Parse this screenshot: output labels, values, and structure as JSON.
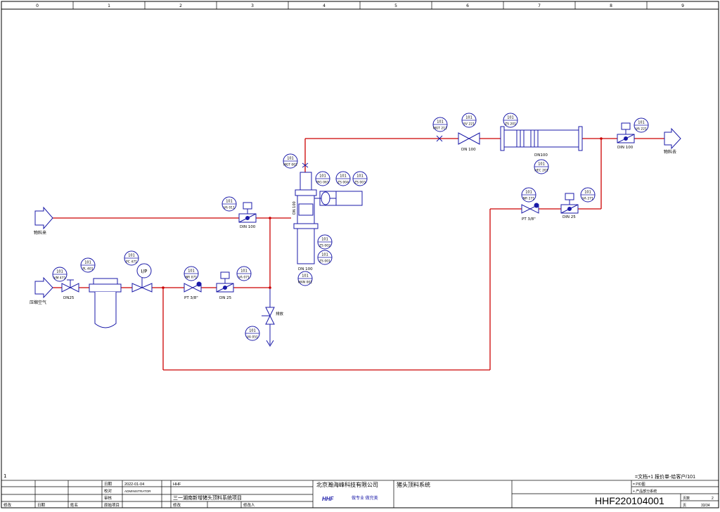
{
  "frame": {
    "columns": [
      "0",
      "1",
      "2",
      "3",
      "4",
      "5",
      "6",
      "7",
      "8",
      "9"
    ],
    "row_marker": "1"
  },
  "streams": {
    "material_in": "物料来",
    "compressed_air": "压缩空气",
    "material_out": "物料去"
  },
  "instruments": {
    "VM471": {
      "top": "101",
      "bottom": "VM 471"
    },
    "PL401": {
      "top": "101",
      "bottom": "PL 401"
    },
    "PC471": {
      "top": "101",
      "bottom": "PC 471"
    },
    "NR071": {
      "top": "101",
      "bottom": "NR 071"
    },
    "VA071": {
      "top": "101",
      "bottom": "VA 071"
    },
    "VA011": {
      "top": "101",
      "bottom": "VA 011"
    },
    "MGT002": {
      "top": "101",
      "bottom": "MGT 002"
    },
    "PIG061": {
      "top": "101",
      "bottom": "PIG 061"
    },
    "ZS004": {
      "top": "101",
      "bottom": "ZS 004"
    },
    "ZS003": {
      "top": "101",
      "bottom": "ZS 003"
    },
    "ZS002": {
      "top": "101",
      "bottom": "ZS 002"
    },
    "ZS001": {
      "top": "101",
      "bottom": "ZS 001"
    },
    "MAN001": {
      "top": "101",
      "bottom": "MAN 001"
    },
    "VA051": {
      "top": "101",
      "bottom": "VA 051"
    },
    "MGT211": {
      "top": "101",
      "bottom": "MGT 211"
    },
    "SV221": {
      "top": "101",
      "bottom": "SV 221"
    },
    "ZS201": {
      "top": "101",
      "bottom": "ZS 201"
    },
    "HEC201": {
      "top": "101",
      "bottom": "HEC 201"
    },
    "VA221": {
      "top": "101",
      "bottom": "VA 221"
    },
    "NR271": {
      "top": "101",
      "bottom": "NR 271"
    },
    "VA271": {
      "top": "101",
      "bottom": "VA 271"
    }
  },
  "labels": {
    "ip": "I/P",
    "dn25_air": "DN25",
    "pt1": "PT 3/8\"",
    "dn25_1": "DN 25",
    "dn100_in": "DIN 100",
    "dn100_vert": "DN 100",
    "dn100_pump": "DN 100",
    "drain": "排放",
    "dn100_sv": "DN 100",
    "dn100_heater": "DN100",
    "dn100_out": "DIN 100",
    "pt2": "PT 3/8\"",
    "dn25_2": "DIN 25"
  },
  "title_block": {
    "rev_headers": [
      "修改",
      "日期",
      "姓名",
      "原始项目",
      "修改",
      "修改人"
    ],
    "date_label": "日期",
    "date_value": "2022-01-04",
    "check_label": "校对",
    "check_value": "ADMINISTRATOR",
    "review_label": "审核",
    "code_small": "HHF",
    "project": "三一湖南新增猪头顶料系统项目",
    "company": "北京瀚海峰科技有限公司",
    "logo_text": "HHF",
    "slogan": "做专业 做完美",
    "system_name": "猪头顶料系统",
    "doc_note": "=文档+1 报价单-给客户/101",
    "pid_note": "= PID图",
    "product_note": "+ 产品部分系统",
    "drawing_no": "HHF220104001",
    "page_label": "页数",
    "page_count": "2",
    "sheet_label": "页",
    "sheet_value": "33/34"
  },
  "colors": {
    "pipe": "#cc0000",
    "instrument": "#1a1aa8",
    "frame": "#000000"
  }
}
